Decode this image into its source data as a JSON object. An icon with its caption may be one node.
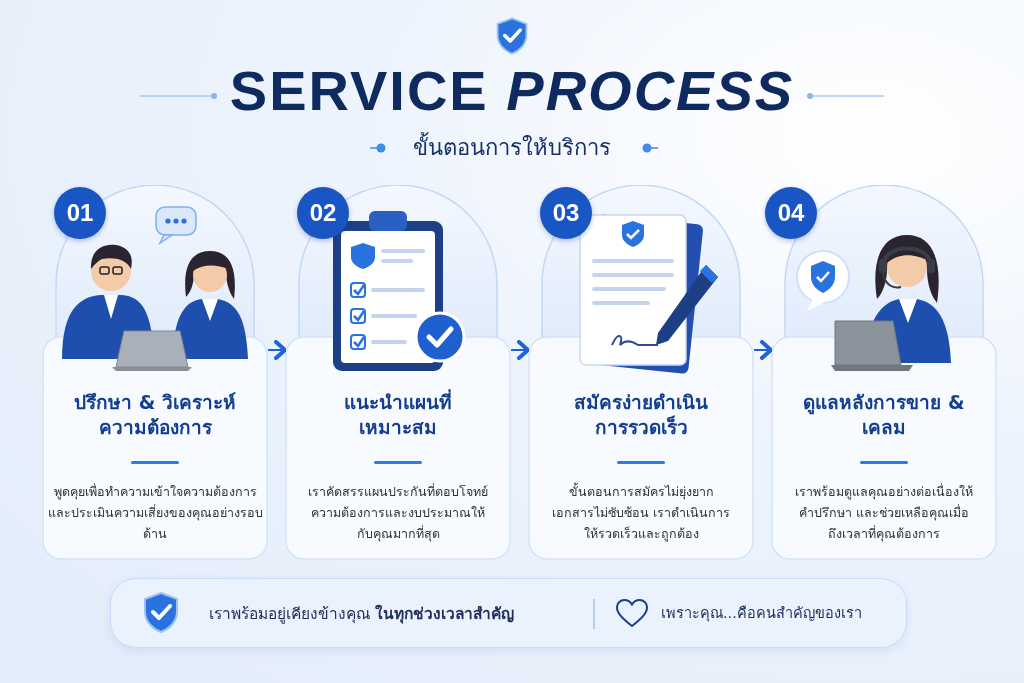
{
  "diagram": {
    "title": "SERVICE *PROCESS*",
    "nodes": [
      {
        "text": [
          "01"
        ]
      },
      {
        "text": [
          "ปรึกษา & วิเคราะห์ความต้องการ",
          "พูดคุยเพื่อทำความเข้าใจความต้องการและประเมินความเสี่ยงของคุณอย่างรอบด้าน"
        ]
      },
      {
        "text": [
          "02"
        ]
      },
      {
        "text": [
          "แนะนำแผนที่เหมาะสม",
          "เราคัดสรรแผนประกันที่ตอบโจทย์ความต้องการและงบประมาณให้กับคุณมากที่สุด"
        ]
      },
      {
        "text": [
          "03"
        ]
      },
      {
        "text": [
          "สมัครง่ายดำเนินการรวดเร็ว",
          "ขั้นตอนการสมัครไม่ยุ่งยากเอกสารไม่ซับซ้อน เราดำเนินการให้รวดเร็วและถูกต้อง"
        ]
      },
      {
        "text": [
          "04"
        ]
      },
      {
        "text": [
          "ดูแลหลังการขาย & เคลม",
          "เราพร้อมดูแลคุณอย่างต่อเนื่องให้คำปรึกษา และช่วยเหลือคุณเมื่อถึงเวลาที่คุณต้องการ"
        ]
      },
      {
        "text": [
          "เราพร้อมอยู่เคียงข้างคุณ **ในทุกช่วงเวลาสำคัญ**",
          "เพราะคุณ...คือคนสำคัญของเรา"
        ]
      }
    ],
    "edges": [
      {
        "from": 1,
        "to": 3,
        "arrow": "to"
      },
      {
        "from": 3,
        "to": 5,
        "arrow": "to"
      },
      {
        "from": 5,
        "to": 7,
        "arrow": "to"
      }
    ],
    "labels": [
      "ขั้นตอนการให้บริการ"
    ]
  }
}
